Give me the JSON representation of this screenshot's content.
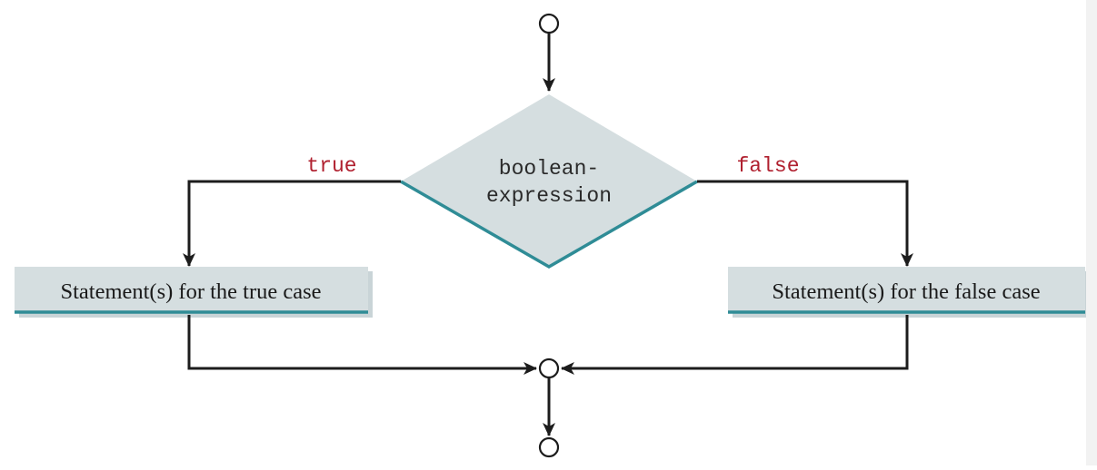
{
  "diagram": {
    "decision": {
      "line1": "boolean-",
      "line2": "expression"
    },
    "branches": {
      "true_label": "true",
      "false_label": "false"
    },
    "statements": {
      "true_case": "Statement(s) for the true case",
      "false_case": "Statement(s) for the false case"
    },
    "colors": {
      "diamond_fill": "#d5dee0",
      "diamond_edge": "#2f8c96",
      "box_fill": "#d5dee0",
      "box_shadow": "#c9d4d7",
      "box_underline": "#2f8c96",
      "branch_label": "#b0202f",
      "line": "#1c1c1c",
      "node_stroke": "#1c1c1c"
    }
  }
}
